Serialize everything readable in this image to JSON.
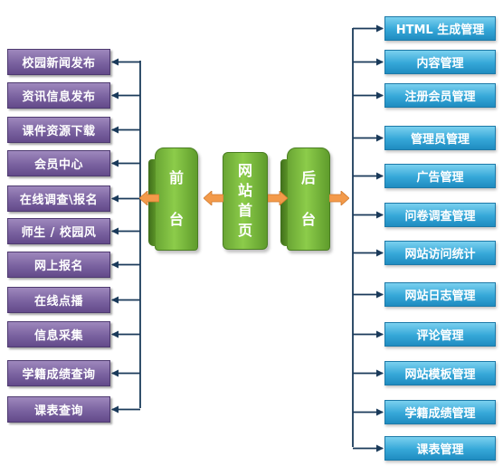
{
  "left_items": [
    "校园新闻发布",
    "资讯信息发布",
    "课件资源下载",
    "会员中心",
    "在线调查\\报名",
    "师生 / 校园风",
    "网上报名",
    "在线点播",
    "信息采集",
    "学籍成绩查询",
    "课表查询"
  ],
  "right_items": [
    "HTML 生成管理",
    "内容管理",
    "注册会员管理",
    "管理员管理",
    "广告管理",
    "问卷调查管理",
    "网站访问统计",
    "网站日志管理",
    "评论管理",
    "网站模板管理",
    "学籍成绩管理",
    "课表管理"
  ],
  "center": {
    "front": [
      "前",
      "台"
    ],
    "home": [
      "网",
      "站",
      "首",
      "页"
    ],
    "back": [
      "后",
      "台"
    ]
  },
  "colors": {
    "left_box": "#7a62a0",
    "right_box": "#35a7d8",
    "center_block": "#8ccc4a",
    "connector": "#1a3a5a",
    "arrow": "#f39a4a"
  }
}
